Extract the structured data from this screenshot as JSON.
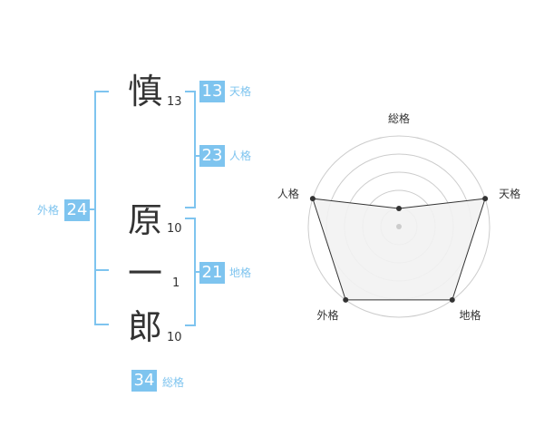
{
  "name": {
    "chars": [
      {
        "char": "慎",
        "strokes": "13"
      },
      {
        "char": "原",
        "strokes": "10"
      },
      {
        "char": "一",
        "strokes": "1"
      },
      {
        "char": "郎",
        "strokes": "10"
      }
    ]
  },
  "fortunes": {
    "tenkaku": {
      "value": "13",
      "label": "天格"
    },
    "jinkaku": {
      "value": "23",
      "label": "人格"
    },
    "chikaku": {
      "value": "21",
      "label": "地格"
    },
    "gaikaku": {
      "value": "24",
      "label": "外格"
    },
    "soukaku": {
      "value": "34",
      "label": "総格"
    }
  },
  "chart_data": {
    "type": "radar",
    "axes": [
      "総格",
      "天格",
      "地格",
      "外格",
      "人格"
    ],
    "levels": 5,
    "values": [
      1,
      5,
      5,
      5,
      5
    ],
    "fill": "#f2f2f2",
    "stroke": "#333333",
    "grid_color": "#cccccc"
  },
  "colors": {
    "accent": "#7ec4ef",
    "text": "#333333"
  }
}
